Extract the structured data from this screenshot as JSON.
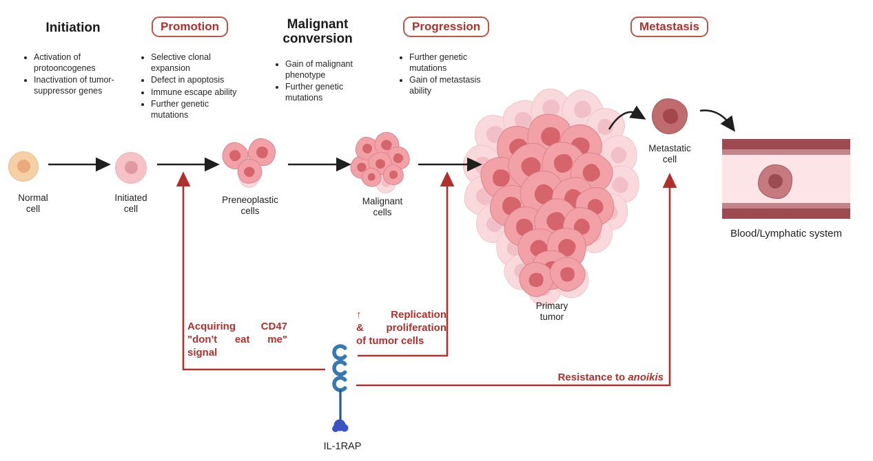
{
  "accent_red": "#b0302c",
  "stages": [
    {
      "label": "Initiation",
      "boxed": false,
      "bullets": [
        "Activation of protooncogenes",
        "Inactivation of tumor-suppressor genes"
      ]
    },
    {
      "label": "Promotion",
      "boxed": true,
      "bullets": [
        "Selective clonal expansion",
        "Defect in apoptosis",
        "Immune escape ability",
        "Further genetic mutations"
      ]
    },
    {
      "label": "Malignant\nconversion",
      "boxed": false,
      "bullets": [
        "Gain of malignant phenotype",
        "Further genetic mutations"
      ]
    },
    {
      "label": "Progression",
      "boxed": true,
      "bullets": [
        "Further genetic mutations",
        "Gain of metastasis ability"
      ]
    },
    {
      "label": "Metastasis",
      "boxed": true,
      "bullets": []
    }
  ],
  "flow_labels": {
    "normal_cell": "Normal\ncell",
    "initiated_cell": "Initiated\ncell",
    "preneoplastic_cells": "Preneoplastic\ncells",
    "malignant_cells": "Malignant\ncells",
    "primary_tumor": "Primary\ntumor",
    "metastatic_cell": "Metastatic\ncell",
    "vessel": "Blood/Lymphatic system"
  },
  "annotations": {
    "cd47": [
      "Acquiring CD47",
      "\"don't eat me\"",
      "signal"
    ],
    "replication": [
      "↑ Replication",
      "& proliferation",
      "of tumor cells"
    ],
    "resistance_prefix": "Resistance to ",
    "resistance_term": "anoikis",
    "receptor": "IL-1RAP"
  }
}
